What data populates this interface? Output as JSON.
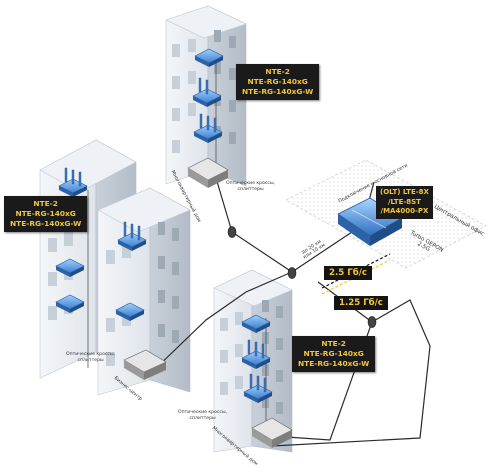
{
  "labels": {
    "top_building": [
      "NTE-2",
      "NTE-RG-140xG",
      "NTE-RG-140xG-W"
    ],
    "left_building": [
      "NTE-2",
      "NTE-RG-140xG",
      "NTE-RG-140xG-W"
    ],
    "bottom_building": [
      "NTE-2",
      "NTE-RG-140xG",
      "NTE-RG-140xG-W"
    ],
    "olt": [
      "(OLT) LTE-8X",
      "/LTE-8ST",
      "/MA4000-PX"
    ]
  },
  "speeds": {
    "down": "2.5 Гб/с",
    "up": "1.25 Гб/с"
  },
  "splitters": {
    "top": [
      "Оптические кроссы,",
      "сплиттеры"
    ],
    "left": [
      "Оптические кроссы,",
      "сплиттеры"
    ],
    "bottom": [
      "Оптические кроссы,",
      "сплиттеры"
    ]
  },
  "building_types": {
    "top": "Многоквартирный дом",
    "left": "Бизнес-центр",
    "bottom": "Многоквартирный дом"
  },
  "office": {
    "name": "Центральный офис",
    "tech": "Turbo GEPON",
    "tech_sub": "2.5G"
  },
  "distance_note": [
    "до 20 км",
    "или 10 км"
  ],
  "backbone_note": "Подключение к основной сети",
  "colors": {
    "label_bg": "#1a1a1a",
    "label_text": "#f3c53a",
    "fiber": "#2b2b2b",
    "onu": "#5b9fe0"
  }
}
